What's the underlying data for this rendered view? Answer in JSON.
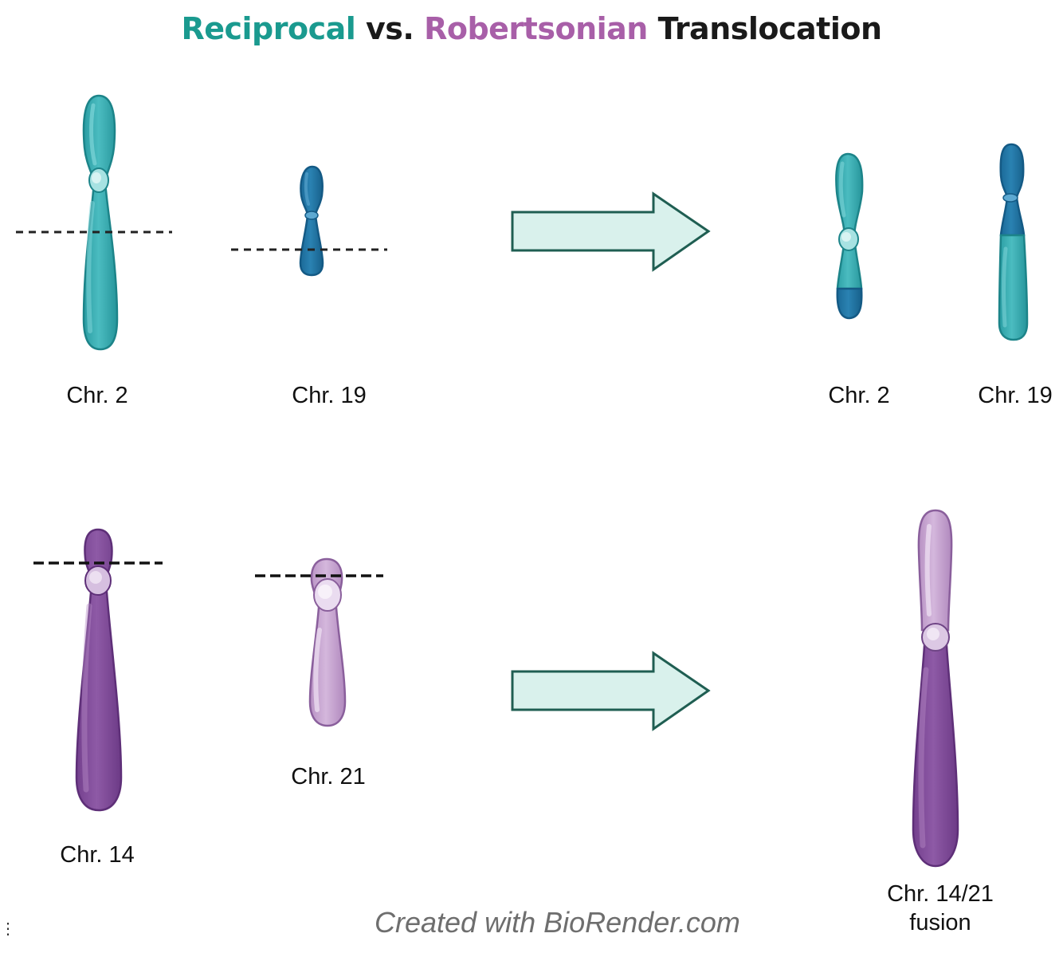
{
  "title": {
    "part1": "Reciprocal",
    "part2": " vs. ",
    "part3": "Robertsonian",
    "part4": " Translocation"
  },
  "reciprocal": {
    "before": [
      {
        "label": "Chr. 2"
      },
      {
        "label": "Chr. 19"
      }
    ],
    "after": [
      {
        "label": "Chr. 2"
      },
      {
        "label": "Chr. 19"
      }
    ]
  },
  "robertsonian": {
    "before": [
      {
        "label": "Chr. 14"
      },
      {
        "label": "Chr. 21"
      }
    ],
    "after": {
      "label_line1": "Chr. 14/21",
      "label_line2": "fusion"
    }
  },
  "watermark": "Created with BioRender.com",
  "colors": {
    "teal": "#2fa7ad",
    "dark_blue": "#1f6fa0",
    "purple": "#7e4a98",
    "light_purple": "#c5a3cf",
    "arrow_fill": "#d9f1ec",
    "arrow_stroke": "#1f5e52",
    "title_teal": "#1a9a8f",
    "title_purple": "#a85fa8"
  }
}
